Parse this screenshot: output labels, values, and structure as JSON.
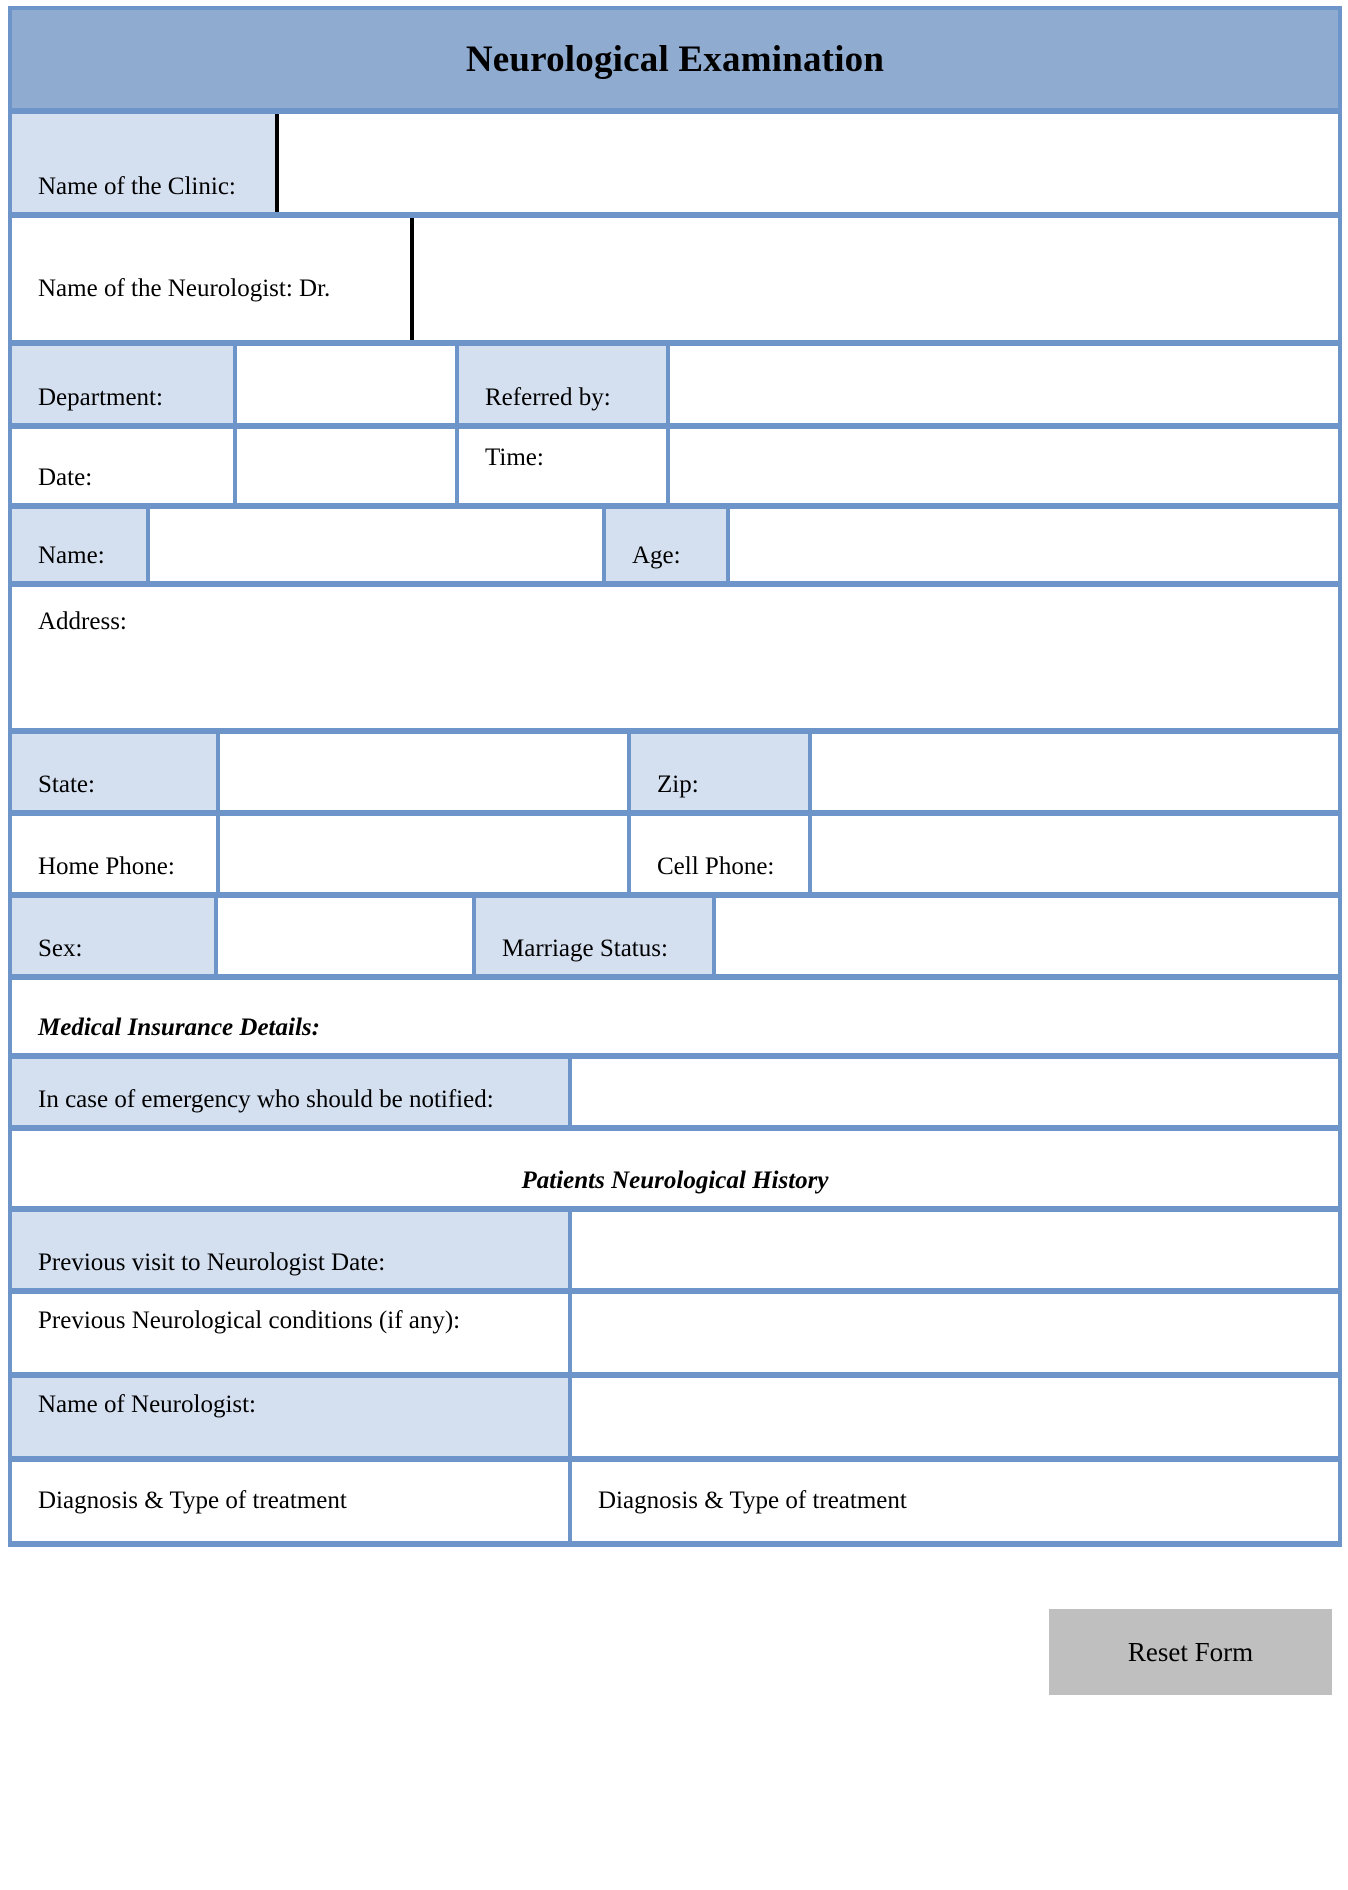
{
  "header": {
    "title": "Neurological Examination",
    "background_color": "#8FABD0",
    "border_color": "#6E95C9"
  },
  "theme": {
    "label_cell_color": "#D4DFF0",
    "value_cell_color": "#FFFFFF",
    "grid_color": "#6E95C9",
    "dark_divider_color": "#000000",
    "button_color": "#BFBFBF"
  },
  "clinic_section": {
    "clinic_label": "Name of the Clinic:",
    "clinic_value": "",
    "neurologist_label": "Name of the Neurologist:  Dr.",
    "neurologist_value": "",
    "department_label": "Department:",
    "department_value": "",
    "referred_by_label": "Referred by:",
    "referred_by_value": "",
    "date_label": "Date:",
    "date_value": "",
    "time_label": "Time:",
    "time_value": ""
  },
  "patient_section": {
    "name_label": "Name:",
    "name_value": "",
    "age_label": "Age:",
    "age_value": "",
    "address_label": "Address:",
    "address_value": "",
    "state_label": "State:",
    "state_value": "",
    "zip_label": "Zip:",
    "zip_value": "",
    "home_phone_label": "Home Phone:",
    "home_phone_value": "",
    "cell_phone_label": "Cell Phone:",
    "cell_phone_value": "",
    "sex_label": "Sex:",
    "sex_value": "",
    "marriage_status_label": "Marriage Status:",
    "marriage_status_value": ""
  },
  "insurance_section": {
    "heading": "Medical Insurance Details:",
    "emergency_label": "In case of emergency who should be notified:",
    "emergency_value": ""
  },
  "history_section": {
    "heading": "Patients Neurological History",
    "previous_visit_label": "Previous visit to Neurologist Date:",
    "previous_visit_value": "",
    "previous_conditions_label": "Previous Neurological conditions (if any):",
    "previous_conditions_value": "",
    "name_of_neurologist_label": "Name of Neurologist:",
    "name_of_neurologist_value": "",
    "diagnosis_left_label": "Diagnosis & Type of treatment",
    "diagnosis_right_label": "Diagnosis & Type of treatment"
  },
  "footer": {
    "reset_label": "Reset Form"
  }
}
